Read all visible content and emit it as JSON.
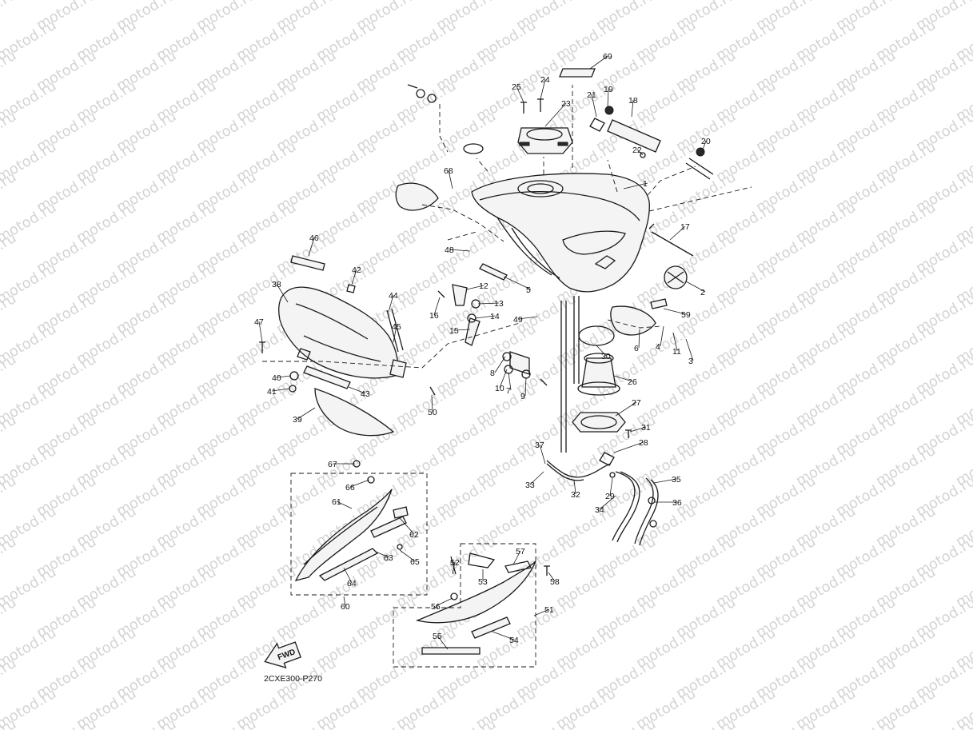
{
  "diagram": {
    "code": "2CXE300-P270",
    "fwd_label": "FWD",
    "watermark_text": "motod.ru",
    "callouts": [
      "1",
      "2",
      "3",
      "4",
      "5",
      "6",
      "7",
      "8",
      "9",
      "10",
      "11",
      "12",
      "13",
      "14",
      "15",
      "16",
      "17",
      "18",
      "19",
      "20",
      "21",
      "22",
      "23",
      "24",
      "25",
      "26",
      "27",
      "28",
      "29",
      "30",
      "31",
      "32",
      "33",
      "34",
      "35",
      "36",
      "37",
      "38",
      "39",
      "40",
      "41",
      "42",
      "43",
      "44",
      "45",
      "46",
      "47",
      "48",
      "49",
      "50",
      "51",
      "52",
      "53",
      "54",
      "55",
      "56",
      "57",
      "58",
      "59",
      "60",
      "61",
      "62",
      "63",
      "64",
      "65",
      "66",
      "67",
      "68",
      "69"
    ]
  }
}
